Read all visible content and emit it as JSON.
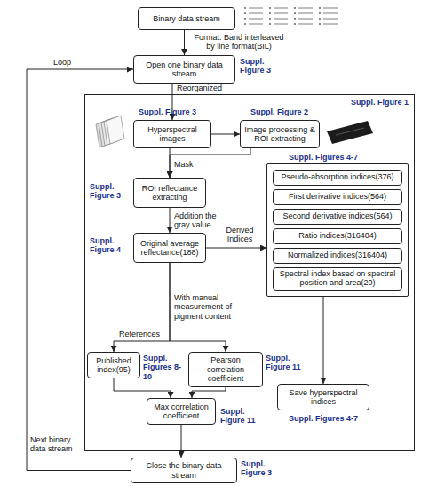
{
  "diagram": {
    "nodes": [
      {
        "text": [
          "Binary data stream"
        ]
      },
      {
        "text": [
          "Open one binary data stream"
        ]
      },
      {
        "text": [
          "Suppl. Figure 1"
        ]
      },
      {
        "text": [
          "Hyperspectral images"
        ],
        "in": 2
      },
      {
        "text": [
          "Image processing & ROI extracting"
        ],
        "in": 2
      },
      {
        "text": [
          "ROI reflectance extracting"
        ],
        "in": 2
      },
      {
        "text": [
          "Original average reflectance(188)"
        ],
        "in": 2
      },
      {
        "text": [
          "Suppl. Figures 4-7"
        ],
        "in": 2
      },
      {
        "text": [
          "Pseudo-absorption indices(376)"
        ],
        "in": 7
      },
      {
        "text": [
          "First derivative indices(564)"
        ],
        "in": 7
      },
      {
        "text": [
          "Second derivative indices(564)"
        ],
        "in": 7
      },
      {
        "text": [
          "Ratio indices(316404)"
        ],
        "in": 7
      },
      {
        "text": [
          "Normalized indices(316404)"
        ],
        "in": 7
      },
      {
        "text": [
          "Spectral index based on spectral position and area(20)"
        ],
        "in": 7
      },
      {
        "text": [
          "Published index(95)"
        ],
        "in": 2
      },
      {
        "text": [
          "Pearson correlation coefficient"
        ],
        "in": 2
      },
      {
        "text": [
          "Max correlation coefficient"
        ],
        "in": 2
      },
      {
        "text": [
          "Save hyperspectral indices"
        ],
        "in": 2
      },
      {
        "text": [
          "Close the binary data stream"
        ]
      }
    ],
    "edges": [
      {
        "from": 0,
        "to": 1,
        "arrow": "to",
        "label": "Format: Band interleaved by line format(BIL)"
      },
      {
        "from": 1,
        "to": 3,
        "arrow": "to",
        "label": "Reorganized"
      },
      {
        "from": 3,
        "to": 4,
        "arrow": "to"
      },
      {
        "from": 3,
        "to": 5,
        "arrow": "to",
        "label": "Mask"
      },
      {
        "from": 4,
        "to": 5,
        "arrow": "to"
      },
      {
        "from": 5,
        "to": 6,
        "arrow": "to",
        "label": "Addition the gray value"
      },
      {
        "from": 6,
        "to": 7,
        "arrow": "to",
        "label": "Derived Indices"
      },
      {
        "from": 6,
        "to": 14,
        "arrow": "to",
        "label": "References"
      },
      {
        "from": 6,
        "to": 15,
        "arrow": "to",
        "label": "With manual measurement of pigment content"
      },
      {
        "from": 14,
        "to": 16,
        "arrow": "to"
      },
      {
        "from": 15,
        "to": 16,
        "arrow": "to"
      },
      {
        "from": 7,
        "to": 17,
        "arrow": "to"
      },
      {
        "from": 16,
        "to": 18,
        "arrow": "to"
      },
      {
        "from": 18,
        "to": 1,
        "arrow": "to",
        "label": "Next binary data stream"
      }
    ],
    "labels": [
      "Suppl. Figure 3",
      "Loop",
      "Suppl. Figure 3",
      "Suppl. Figure 2",
      "Suppl. Figure 3",
      "Suppl. Figure 4",
      "Suppl. Figures 8-10",
      "Suppl. Figure 11",
      "Suppl. Figure 11",
      "Suppl. Figures 4-7",
      "Suppl. Figure 3"
    ]
  }
}
